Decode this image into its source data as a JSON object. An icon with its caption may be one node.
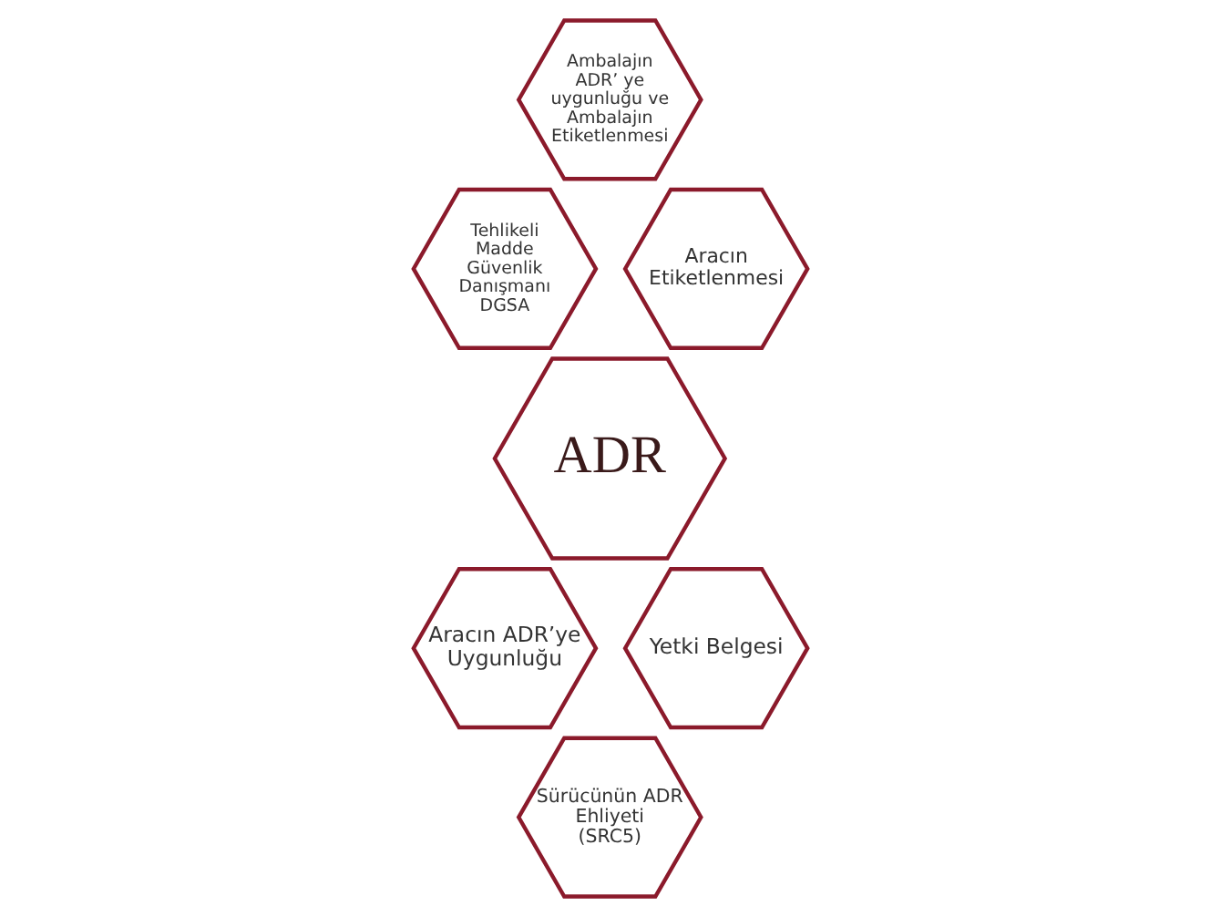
{
  "diagram": {
    "nodes": [
      {
        "text": [
          "Ambalajın ADR’ ye uygunluğu ve Ambalajın Etiketlenmesi"
        ]
      },
      {
        "text": [
          "Tehlikeli Madde Güvenlik Danışmanı DGSA"
        ]
      },
      {
        "text": [
          "Aracın Etiketlenmesi"
        ]
      },
      {
        "text": [
          "ADR"
        ]
      },
      {
        "text": [
          "Aracın ADR’ye Uygunluğu"
        ]
      },
      {
        "text": [
          "Yetki Belgesi"
        ]
      },
      {
        "text": [
          "Sürücünün ADR Ehliyeti (SRC5)"
        ]
      }
    ],
    "edges": []
  }
}
